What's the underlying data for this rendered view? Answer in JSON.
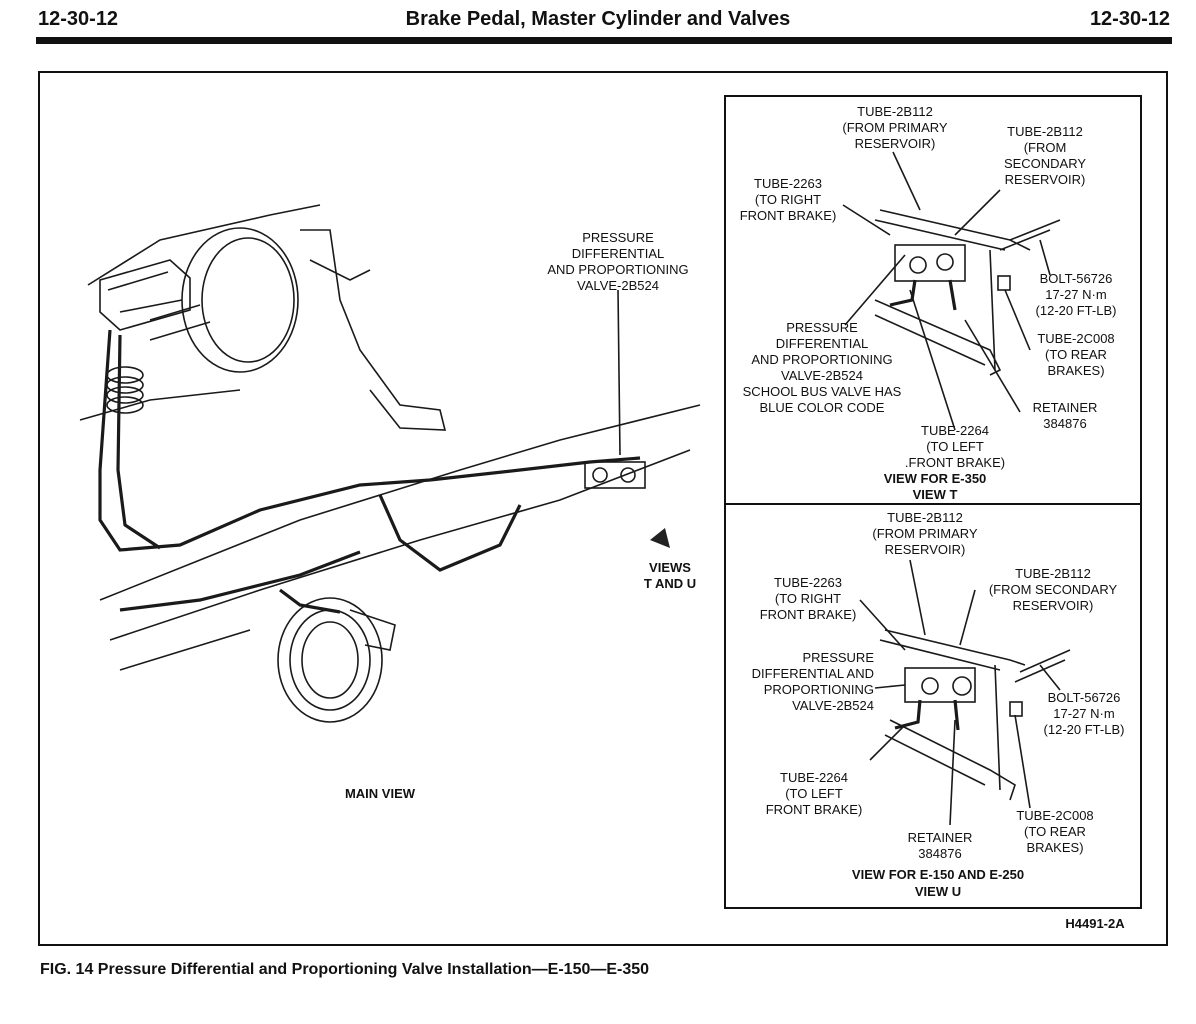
{
  "header": {
    "left": "12-30-12",
    "title": "Brake Pedal, Master Cylinder and Valves",
    "right": "12-30-12"
  },
  "main": {
    "valve_label": "PRESSURE\nDIFFERENTIAL\nAND PROPORTIONING\nVALVE-2B524",
    "views_label": "VIEWS\nT AND U",
    "main_view_label": "MAIN VIEW"
  },
  "view_t": {
    "tube_primary": "TUBE-2B112\n(FROM PRIMARY\nRESERVOIR)",
    "tube_secondary": "TUBE-2B112\n(FROM\nSECONDARY\nRESERVOIR)",
    "tube_right": "TUBE-2263\n(TO RIGHT\nFRONT BRAKE)",
    "bolt": "BOLT-56726\n17-27 N·m\n(12-20 FT-LB)",
    "valve": "PRESSURE\nDIFFERENTIAL\nAND PROPORTIONING\nVALVE-2B524\nSCHOOL BUS VALVE HAS\nBLUE COLOR CODE",
    "tube_rear": "TUBE-2C008\n(TO REAR\nBRAKES)",
    "retainer": "RETAINER\n384876",
    "tube_left": "TUBE-2264\n(TO LEFT\n.FRONT BRAKE)",
    "caption_line1": "VIEW FOR E-350",
    "caption_line2": "VIEW T"
  },
  "view_u": {
    "tube_primary": "TUBE-2B112\n(FROM PRIMARY\nRESERVOIR)",
    "tube_secondary": "TUBE-2B112\n(FROM SECONDARY\nRESERVOIR)",
    "tube_right": "TUBE-2263\n(TO RIGHT\nFRONT BRAKE)",
    "valve": "PRESSURE\nDIFFERENTIAL AND\nPROPORTIONING\nVALVE-2B524",
    "bolt": "BOLT-56726\n17-27 N·m\n(12-20 FT-LB)",
    "tube_left": "TUBE-2264\n(TO LEFT\nFRONT BRAKE)",
    "retainer": "RETAINER\n384876",
    "tube_rear": "TUBE-2C008\n(TO REAR\nBRAKES)",
    "caption_line1": "VIEW FOR E-150 AND E-250",
    "caption_line2": "VIEW U"
  },
  "figure_code": "H4491-2A",
  "caption": "FIG. 14  Pressure Differential and Proportioning Valve Installation—E-150—E-350"
}
